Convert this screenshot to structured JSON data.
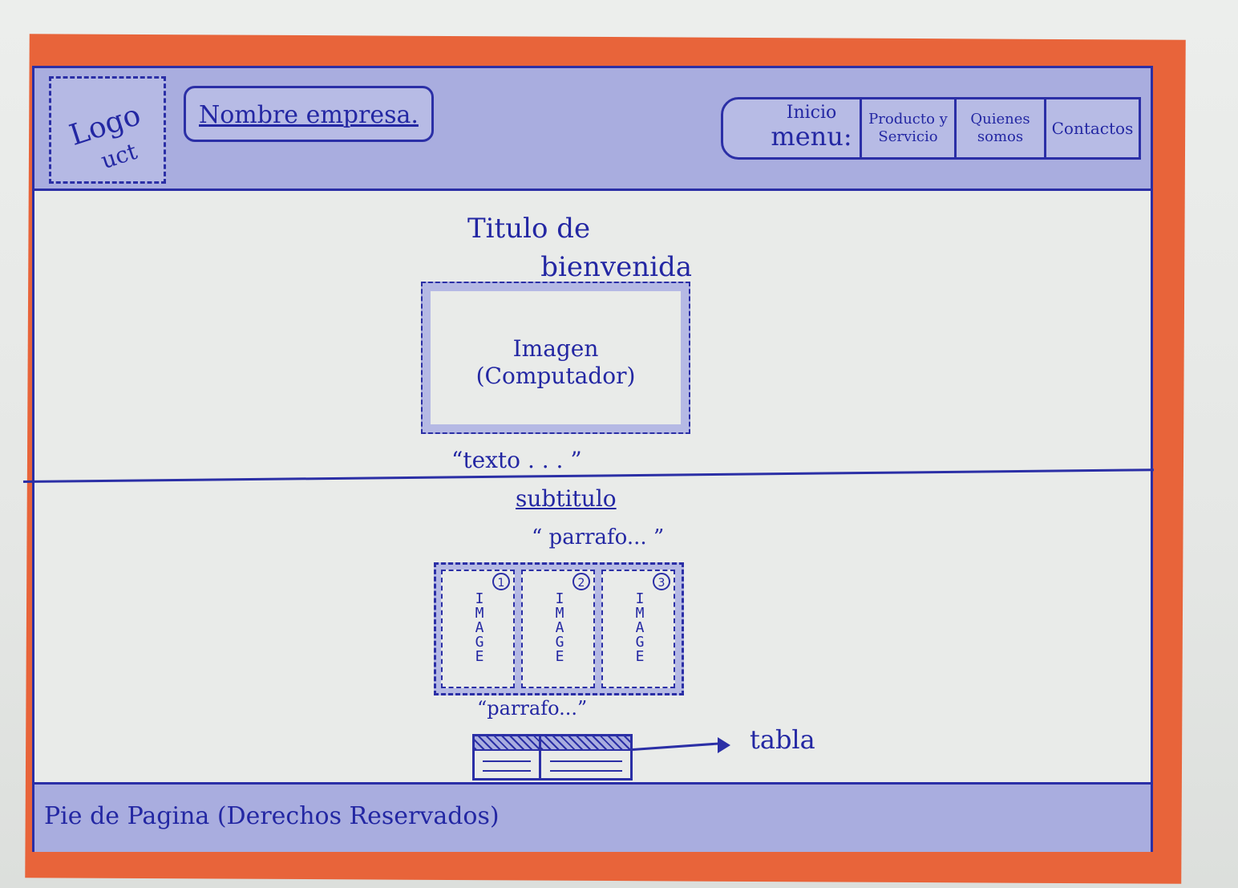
{
  "header": {
    "logo": [
      "Logo",
      "uct"
    ],
    "company_name": "Nombre empresa.",
    "nav": {
      "menu_top": "Inicio",
      "menu_label": "menu:",
      "items": [
        {
          "line1": "Producto y",
          "line2": "Servicio"
        },
        {
          "line1": "Quienes",
          "line2": "somos"
        },
        {
          "line1": "Contactos",
          "line2": ""
        }
      ]
    }
  },
  "hero": {
    "title_line1": "Titulo de",
    "title_line2": "bienvenida",
    "image_line1": "Imagen",
    "image_line2": "(Computador)",
    "text": "“texto . . . ”"
  },
  "section": {
    "subtitle": "subtitulo",
    "paragraph1": "“ parrafo... ”",
    "gallery": [
      {
        "number": "1",
        "label": "IMAGE"
      },
      {
        "number": "2",
        "label": "IMAGE"
      },
      {
        "number": "3",
        "label": "IMAGE"
      }
    ],
    "paragraph2": "“parrafo...”",
    "table_label": "tabla"
  },
  "footer": {
    "text": "Pie de Pagina (Derechos Reservados)"
  },
  "colors": {
    "ink": "#2b2fa6",
    "wash": "#a9addf",
    "border_orange": "#e8643a",
    "paper": "#e9ebe9"
  }
}
